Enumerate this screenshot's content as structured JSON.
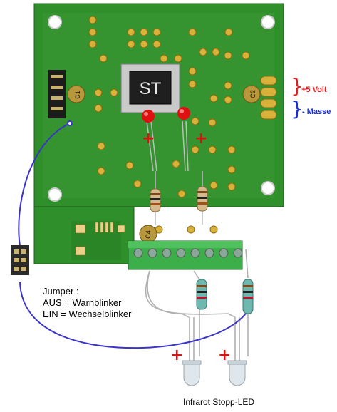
{
  "board": {
    "ic_marking": "ST",
    "cap1_label": "C1",
    "cap2_label": "C2",
    "cap3_label": "C4"
  },
  "labels": {
    "supply_plus": "+5 Volt",
    "supply_minus": "- Masse",
    "jumper_title": "Jumper :",
    "jumper_off": "AUS = Warnblinker",
    "jumper_on": "EIN = Wechselblinker",
    "caption": "Infrarot Stopp-LED",
    "plus_sign": "+"
  },
  "colors": {
    "pcb_green": "#2f8f2a",
    "led_red": "#e01010",
    "volt_red": "#e02020",
    "masse_blue": "#1a2fd8",
    "jumper_wire": "#3a35c8",
    "terminal_green": "#3cae4a",
    "pad_gold": "#d8b13a"
  }
}
